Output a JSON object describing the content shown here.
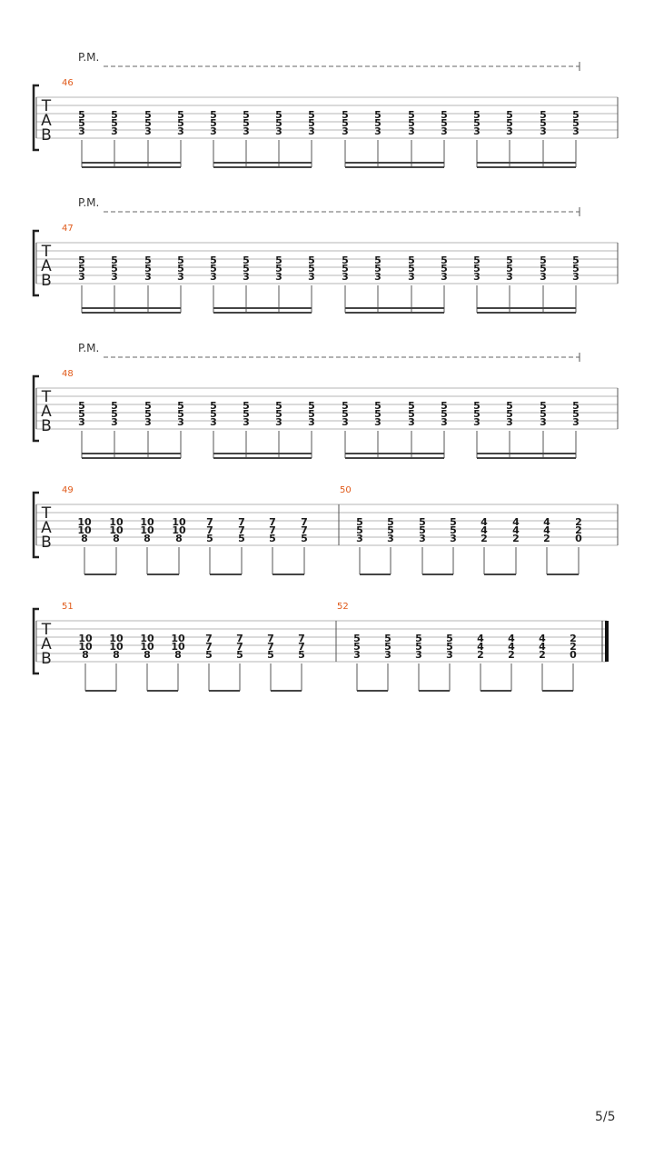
{
  "page_number": "5/5",
  "pm_label": "P.M.",
  "clef": [
    "T",
    "A",
    "B"
  ],
  "systems": [
    {
      "palm_mute": true,
      "final_bar": false,
      "measures": [
        {
          "number": "46",
          "group_size": 4,
          "chords": [
            [
              "5",
              "5",
              "3"
            ],
            [
              "5",
              "5",
              "3"
            ],
            [
              "5",
              "5",
              "3"
            ],
            [
              "5",
              "5",
              "3"
            ],
            [
              "5",
              "5",
              "3"
            ],
            [
              "5",
              "5",
              "3"
            ],
            [
              "5",
              "5",
              "3"
            ],
            [
              "5",
              "5",
              "3"
            ],
            [
              "5",
              "5",
              "3"
            ],
            [
              "5",
              "5",
              "3"
            ],
            [
              "5",
              "5",
              "3"
            ],
            [
              "5",
              "5",
              "3"
            ],
            [
              "5",
              "5",
              "3"
            ],
            [
              "5",
              "5",
              "3"
            ],
            [
              "5",
              "5",
              "3"
            ],
            [
              "5",
              "5",
              "3"
            ]
          ]
        }
      ]
    },
    {
      "palm_mute": true,
      "final_bar": false,
      "measures": [
        {
          "number": "47",
          "group_size": 4,
          "chords": [
            [
              "5",
              "5",
              "3"
            ],
            [
              "5",
              "5",
              "3"
            ],
            [
              "5",
              "5",
              "3"
            ],
            [
              "5",
              "5",
              "3"
            ],
            [
              "5",
              "5",
              "3"
            ],
            [
              "5",
              "5",
              "3"
            ],
            [
              "5",
              "5",
              "3"
            ],
            [
              "5",
              "5",
              "3"
            ],
            [
              "5",
              "5",
              "3"
            ],
            [
              "5",
              "5",
              "3"
            ],
            [
              "5",
              "5",
              "3"
            ],
            [
              "5",
              "5",
              "3"
            ],
            [
              "5",
              "5",
              "3"
            ],
            [
              "5",
              "5",
              "3"
            ],
            [
              "5",
              "5",
              "3"
            ],
            [
              "5",
              "5",
              "3"
            ]
          ]
        }
      ]
    },
    {
      "palm_mute": true,
      "final_bar": false,
      "measures": [
        {
          "number": "48",
          "group_size": 4,
          "chords": [
            [
              "5",
              "5",
              "3"
            ],
            [
              "5",
              "5",
              "3"
            ],
            [
              "5",
              "5",
              "3"
            ],
            [
              "5",
              "5",
              "3"
            ],
            [
              "5",
              "5",
              "3"
            ],
            [
              "5",
              "5",
              "3"
            ],
            [
              "5",
              "5",
              "3"
            ],
            [
              "5",
              "5",
              "3"
            ],
            [
              "5",
              "5",
              "3"
            ],
            [
              "5",
              "5",
              "3"
            ],
            [
              "5",
              "5",
              "3"
            ],
            [
              "5",
              "5",
              "3"
            ],
            [
              "5",
              "5",
              "3"
            ],
            [
              "5",
              "5",
              "3"
            ],
            [
              "5",
              "5",
              "3"
            ],
            [
              "5",
              "5",
              "3"
            ]
          ]
        }
      ]
    },
    {
      "palm_mute": false,
      "final_bar": false,
      "measures": [
        {
          "number": "49",
          "group_size": 2,
          "chords": [
            [
              "10",
              "10",
              "8"
            ],
            [
              "10",
              "10",
              "8"
            ],
            [
              "10",
              "10",
              "8"
            ],
            [
              "10",
              "10",
              "8"
            ],
            [
              "7",
              "7",
              "5"
            ],
            [
              "7",
              "7",
              "5"
            ],
            [
              "7",
              "7",
              "5"
            ],
            [
              "7",
              "7",
              "5"
            ]
          ]
        },
        {
          "number": "50",
          "group_size": 2,
          "chords": [
            [
              "5",
              "5",
              "3"
            ],
            [
              "5",
              "5",
              "3"
            ],
            [
              "5",
              "5",
              "3"
            ],
            [
              "5",
              "5",
              "3"
            ],
            [
              "4",
              "4",
              "2"
            ],
            [
              "4",
              "4",
              "2"
            ],
            [
              "4",
              "4",
              "2"
            ],
            [
              "2",
              "2",
              "0"
            ]
          ]
        }
      ]
    },
    {
      "palm_mute": false,
      "final_bar": true,
      "measures": [
        {
          "number": "51",
          "group_size": 2,
          "chords": [
            [
              "10",
              "10",
              "8"
            ],
            [
              "10",
              "10",
              "8"
            ],
            [
              "10",
              "10",
              "8"
            ],
            [
              "10",
              "10",
              "8"
            ],
            [
              "7",
              "7",
              "5"
            ],
            [
              "7",
              "7",
              "5"
            ],
            [
              "7",
              "7",
              "5"
            ],
            [
              "7",
              "7",
              "5"
            ]
          ]
        },
        {
          "number": "52",
          "group_size": 2,
          "chords": [
            [
              "5",
              "5",
              "3"
            ],
            [
              "5",
              "5",
              "3"
            ],
            [
              "5",
              "5",
              "3"
            ],
            [
              "5",
              "5",
              "3"
            ],
            [
              "4",
              "4",
              "2"
            ],
            [
              "4",
              "4",
              "2"
            ],
            [
              "4",
              "4",
              "2"
            ],
            [
              "2",
              "2",
              "0"
            ]
          ]
        }
      ]
    }
  ]
}
